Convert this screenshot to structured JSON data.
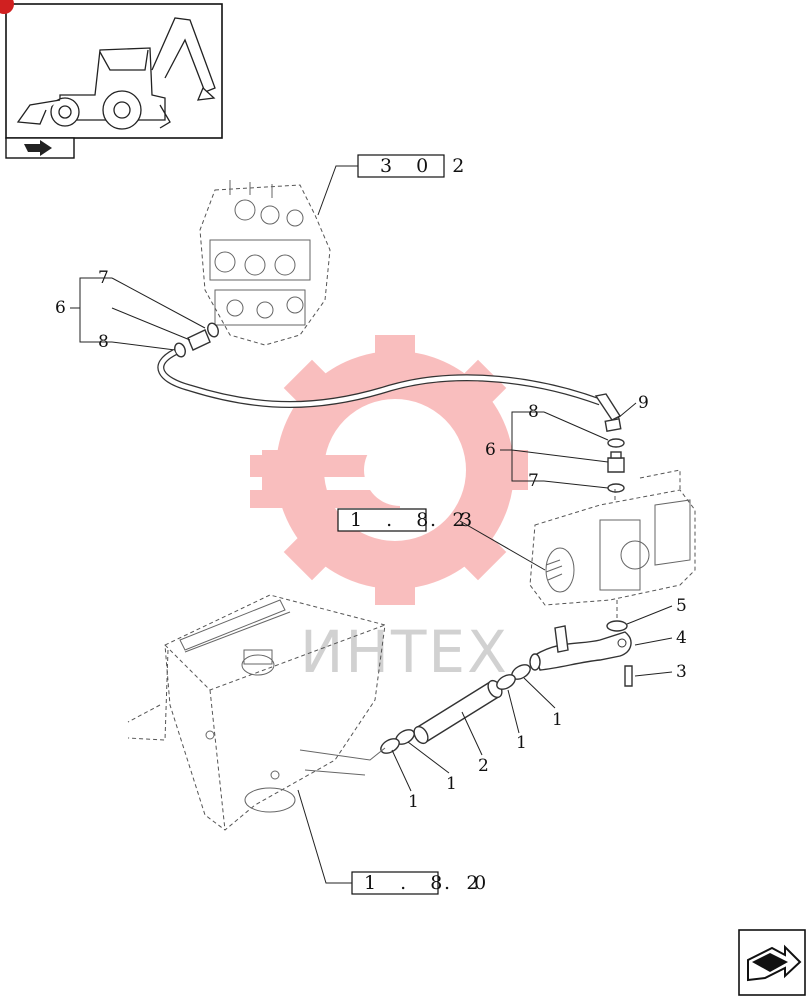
{
  "watermark": {
    "text": "ИНТЕХ",
    "color": "#f08080"
  },
  "reference_boxes": {
    "valve_ref": "3 0 2",
    "pump_ref": "1 . 8 2",
    "pump_ref_suffix": ". 3",
    "tank_ref": "1 . 8 2",
    "tank_ref_suffix": ". 0"
  },
  "callouts": {
    "c1a": "1",
    "c1b": "1",
    "c1c": "1",
    "c1d": "1",
    "c2": "2",
    "c3": "3",
    "c4": "4",
    "c5": "5",
    "c6a": "6",
    "c6b": "6",
    "c7a": "7",
    "c7b": "7",
    "c8a": "8",
    "c8b": "8",
    "c9": "9"
  },
  "icons": {
    "thumbnail": "backhoe-loader-thumbnail",
    "nav_back": "return-arrow-icon",
    "nav_next": "next-page-arrow-icon"
  }
}
